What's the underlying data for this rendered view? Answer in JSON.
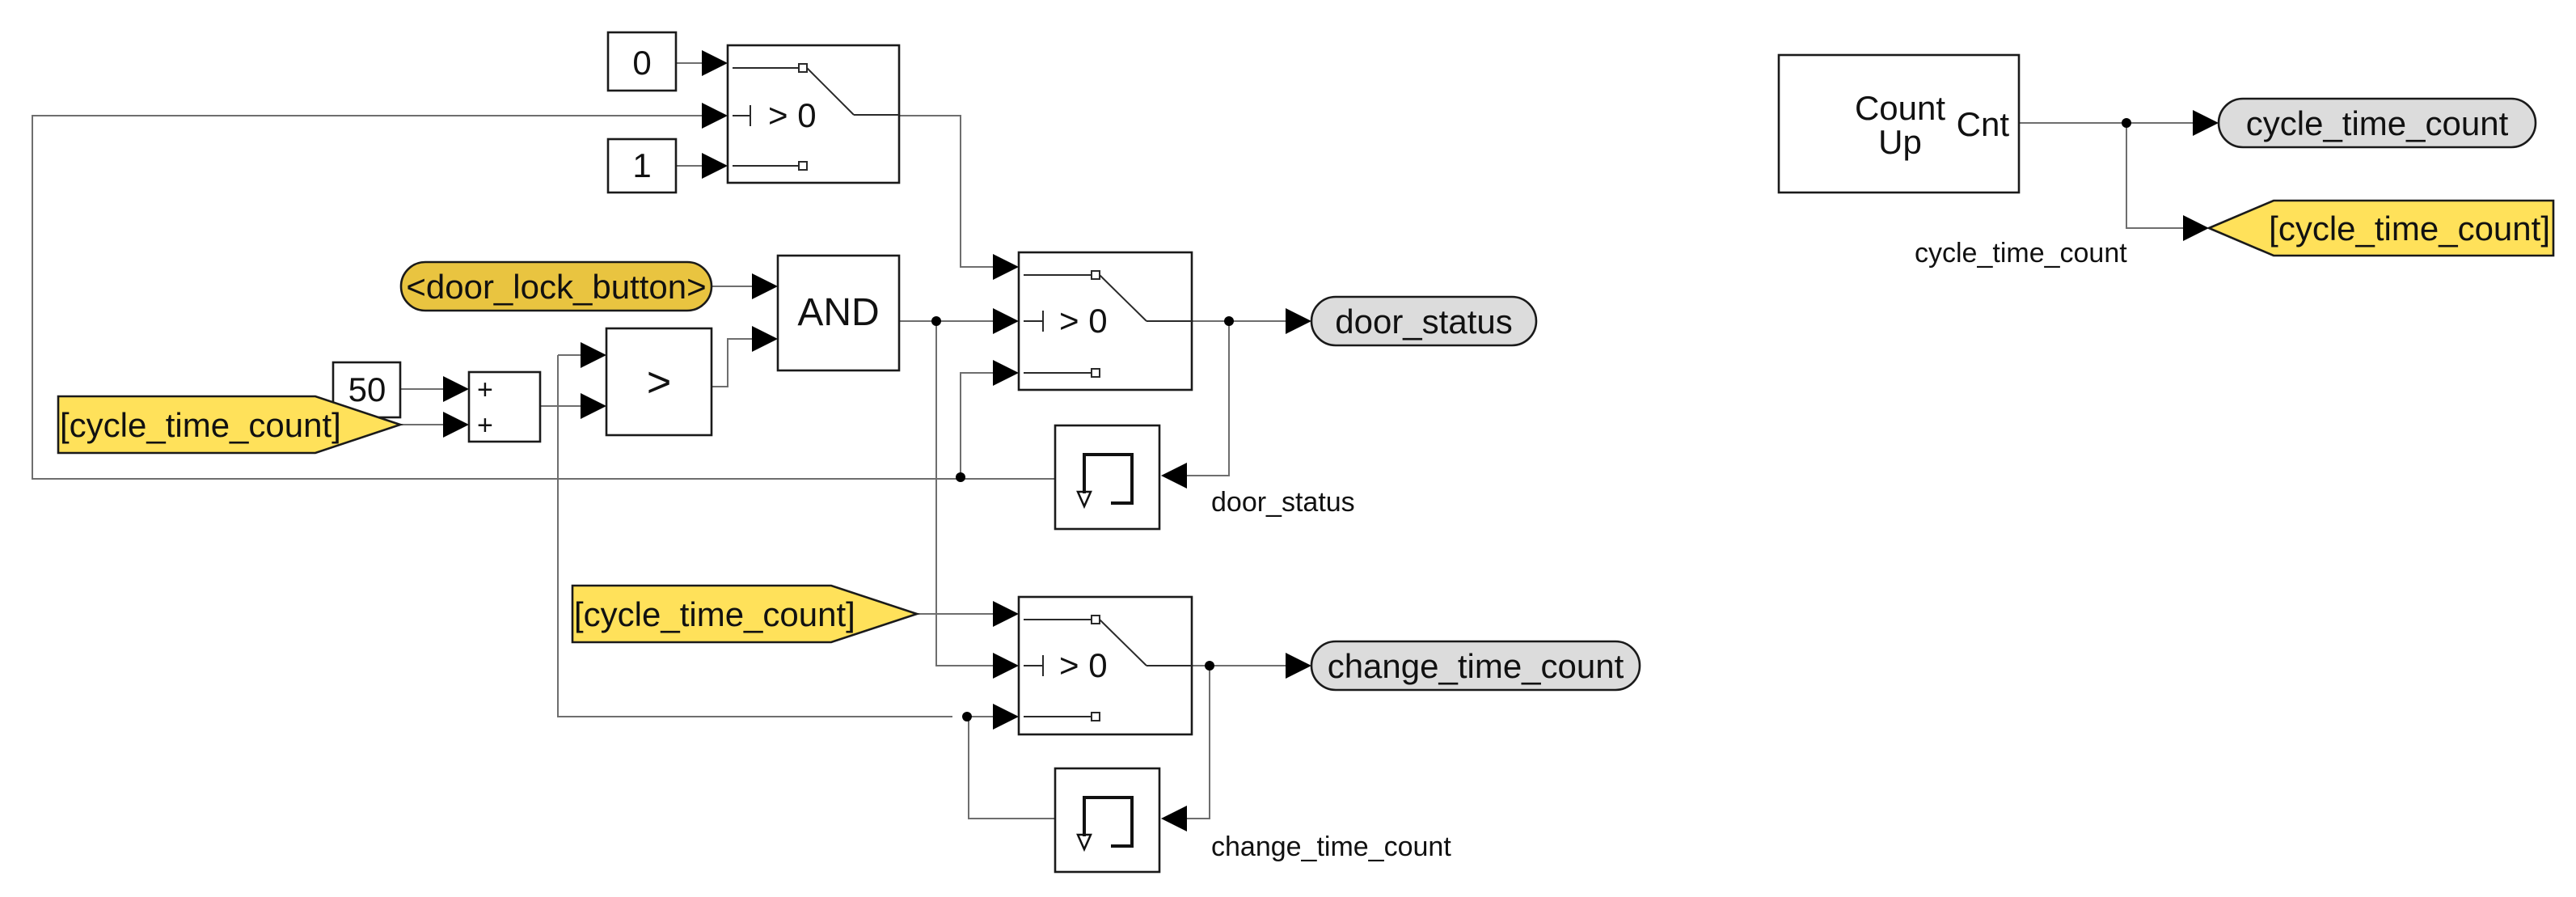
{
  "colors": {
    "goto_from_fill": "#ffe15a",
    "bus_select_fill": "#e9c440",
    "outport_fill": "#dcdcdc",
    "wire": "#6e6e6e",
    "block_border": "#1a1a1a"
  },
  "constants": {
    "zero": "0",
    "one": "1",
    "fifty": "50"
  },
  "blocks": {
    "switch_threshold": "> 0",
    "and_label": "AND",
    "relational_op": ">",
    "sum_sign_1": "+",
    "sum_sign_2": "+",
    "counter_line1": "Count",
    "counter_line2": "Up",
    "counter_port": "Cnt"
  },
  "signals": {
    "bus_select": "<door_lock_button>",
    "from_tag": "[cycle_time_count]",
    "goto_tag": "[cycle_time_count]"
  },
  "outports": {
    "door_status": "door_status",
    "change_time_count": "change_time_count",
    "cycle_time_count": "cycle_time_count"
  },
  "wire_labels": {
    "door_status": "door_status",
    "change_time_count": "change_time_count",
    "cycle_time_count": "cycle_time_count"
  },
  "icons": [
    "unit-delay-icon",
    "switch-icon",
    "arrowhead-icon"
  ]
}
